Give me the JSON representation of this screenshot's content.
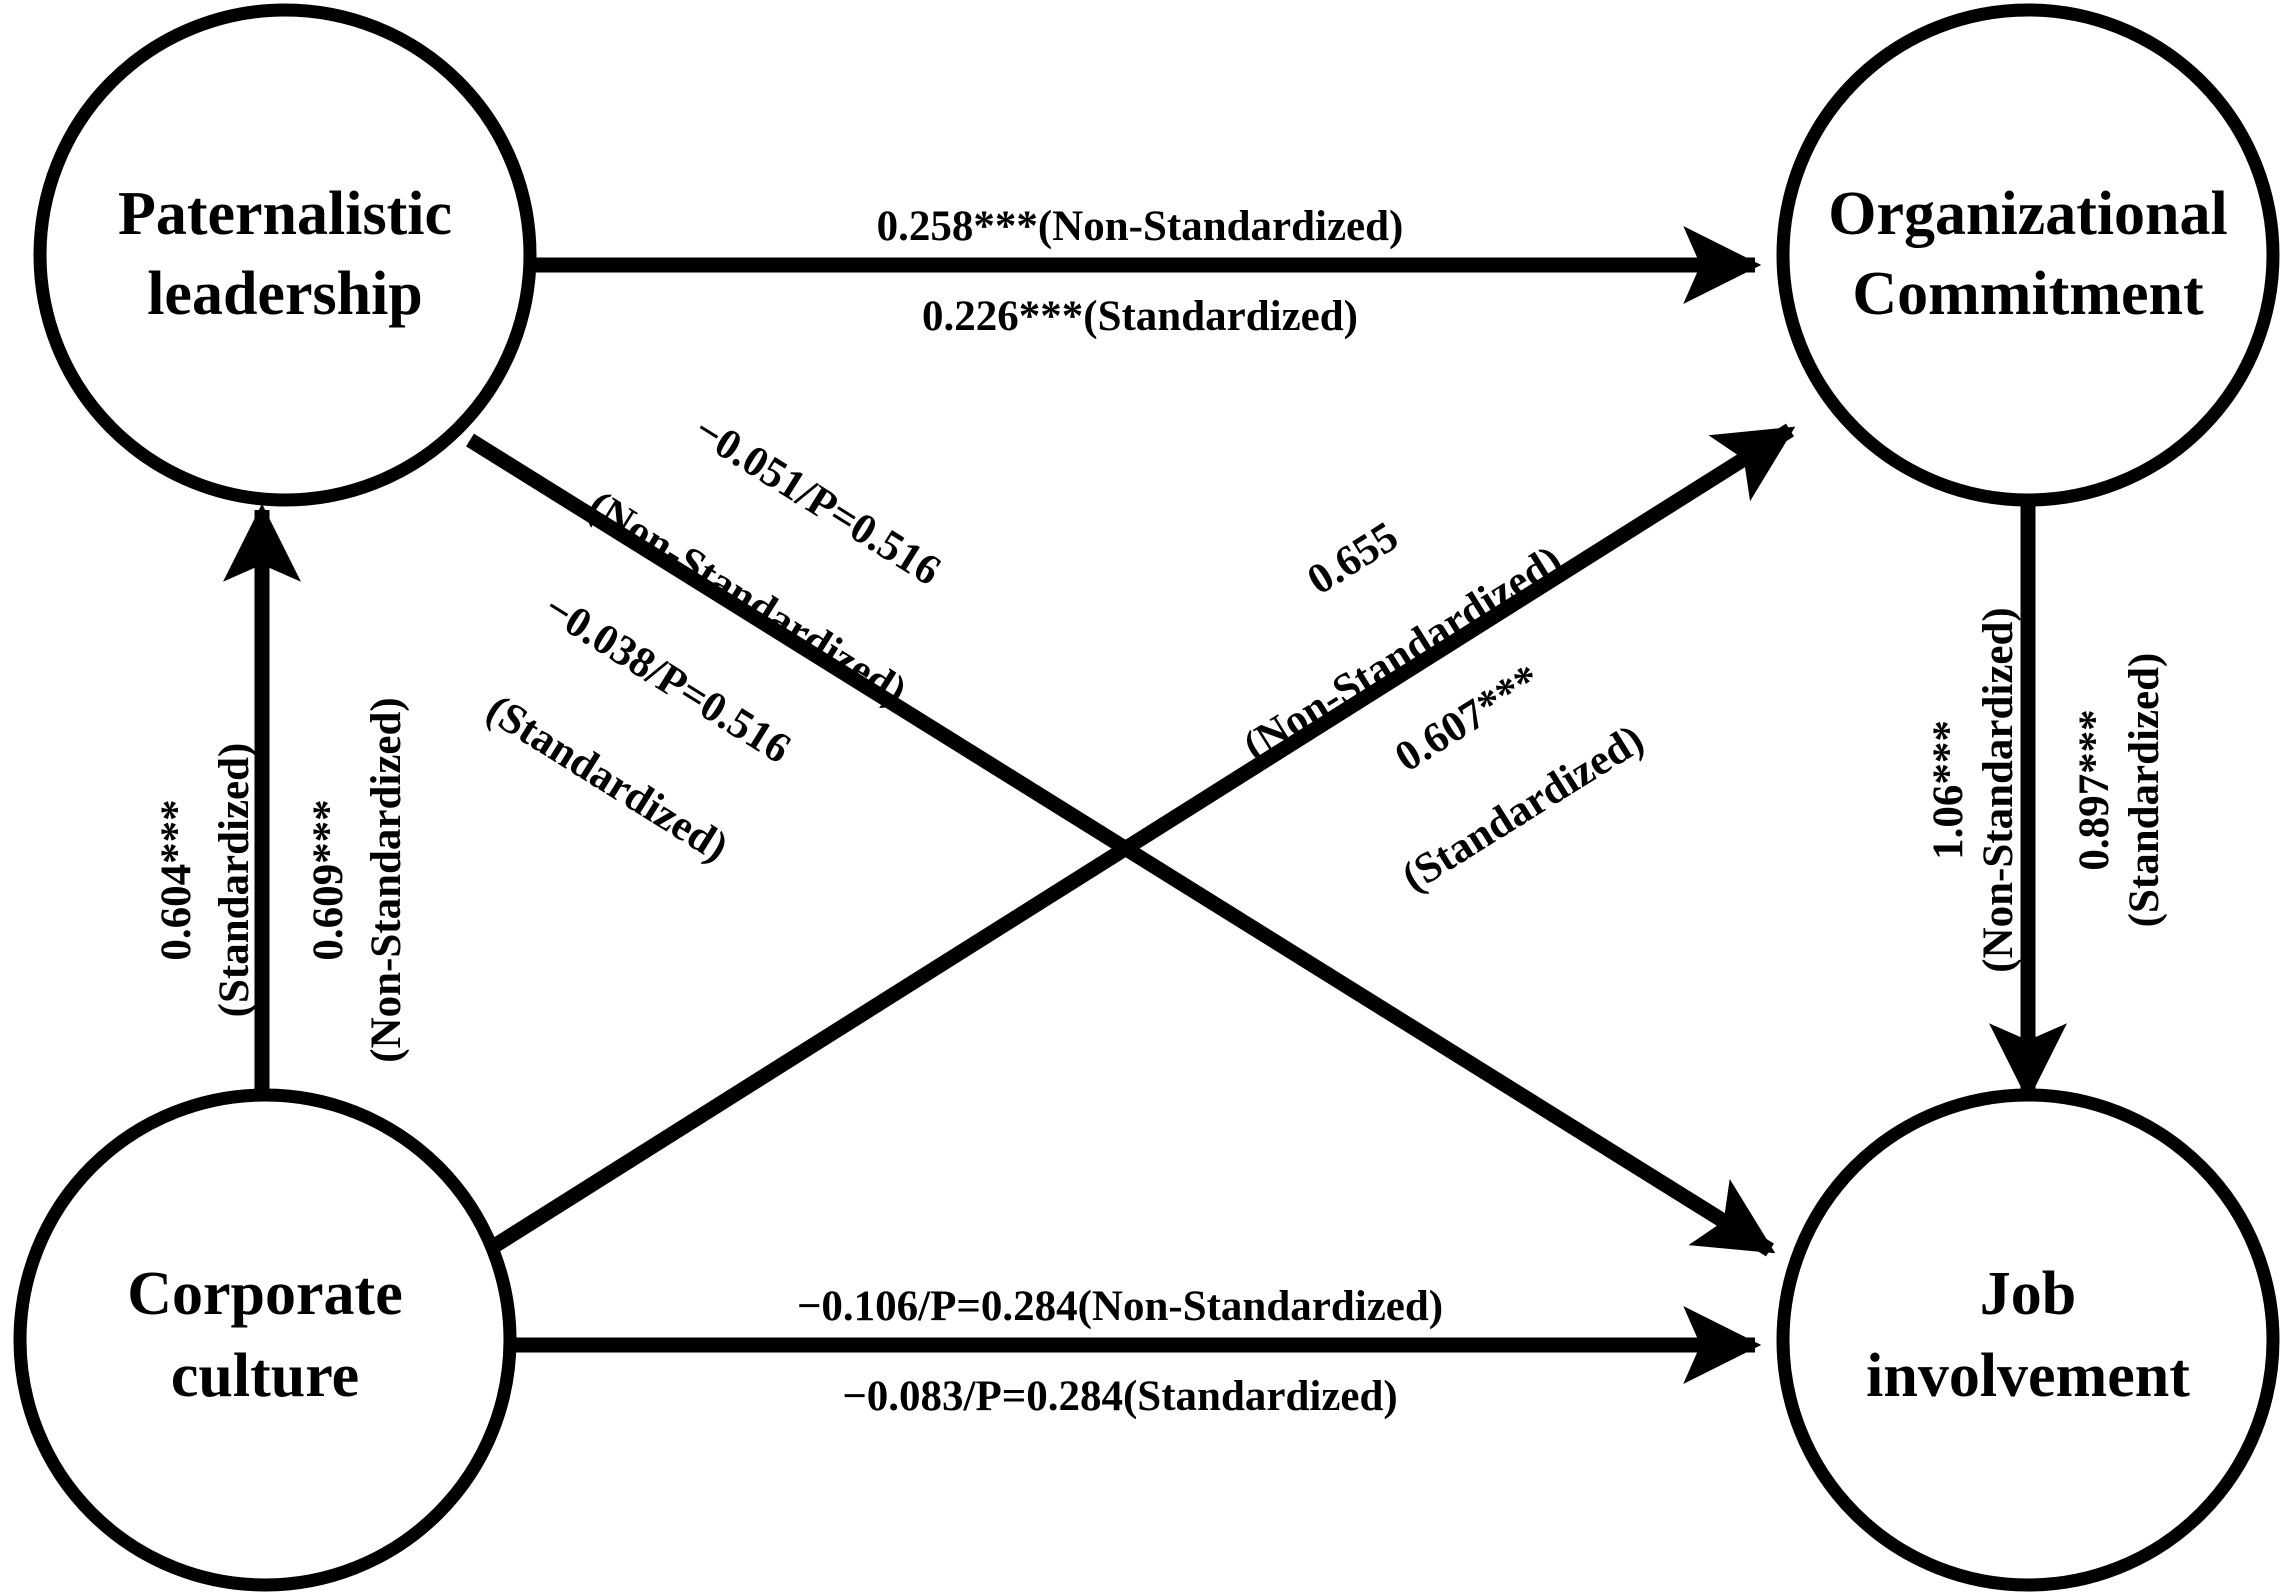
{
  "figure": {
    "type": "path-diagram",
    "description": "Structural equation model path diagram with four latent constructs and six directed paths, each annotated with non-standardized and standardized coefficients.",
    "background_color": "#ffffff",
    "line_color": "#000000"
  },
  "nodes": [
    {
      "id": "paternalistic-leadership",
      "line1": "Paternalistic",
      "line2": "leadership",
      "position": "top-left"
    },
    {
      "id": "organizational-commitment",
      "line1": "Organizational",
      "line2": "Commitment",
      "position": "top-right"
    },
    {
      "id": "corporate-culture",
      "line1": "Corporate",
      "line2": "culture",
      "position": "bottom-left"
    },
    {
      "id": "job-involvement",
      "line1": "Job",
      "line2": "involvement",
      "position": "bottom-right"
    }
  ],
  "edges": [
    {
      "id": "pl-to-oc",
      "from": "paternalistic-leadership",
      "to": "organizational-commitment",
      "orientation": "horizontal-top",
      "label_above": "0.258***(Non-Standardized)",
      "label_below": "0.226***(Standardized)",
      "non_standardized": "0.258***",
      "standardized": "0.226***"
    },
    {
      "id": "cc-to-pl",
      "from": "corporate-culture",
      "to": "paternalistic-leadership",
      "orientation": "vertical-left",
      "label_left_value": "0.604***",
      "label_left_type": "(Standardized)",
      "label_right_value": "0.609***",
      "label_right_type": "(Non-Standardized)",
      "non_standardized": "0.609***",
      "standardized": "0.604***"
    },
    {
      "id": "pl-to-ji",
      "from": "paternalistic-leadership",
      "to": "job-involvement",
      "orientation": "diagonal-down",
      "label_above_line1": "−0.051/P=0.516",
      "label_above_line2": "(Non-Standardized)",
      "label_below_line1": "−0.038/P=0.516",
      "label_below_line2": "(Standardized)",
      "non_standardized": "−0.051/P=0.516",
      "standardized": "−0.038/P=0.516"
    },
    {
      "id": "cc-to-oc",
      "from": "corporate-culture",
      "to": "organizational-commitment",
      "orientation": "diagonal-up",
      "label_above_line1": "0.655",
      "label_above_line2": "(Non-Standardized)",
      "label_below_line1": "0.607***",
      "label_below_line2": "(Standardized)",
      "non_standardized": "0.655",
      "standardized": "0.607***"
    },
    {
      "id": "oc-to-ji",
      "from": "organizational-commitment",
      "to": "job-involvement",
      "orientation": "vertical-right",
      "label_left_value": "1.06***",
      "label_left_type": "(Non-Standardized)",
      "label_right_value": "0.897***",
      "label_right_type": "(Standardized)",
      "non_standardized": "1.06***",
      "standardized": "0.897***"
    },
    {
      "id": "cc-to-ji",
      "from": "corporate-culture",
      "to": "job-involvement",
      "orientation": "horizontal-bottom",
      "label_above": "−0.106/P=0.284(Non-Standardized)",
      "label_below": "−0.083/P=0.284(Standardized)",
      "non_standardized": "−0.106/P=0.284",
      "standardized": "−0.083/P=0.284"
    }
  ]
}
